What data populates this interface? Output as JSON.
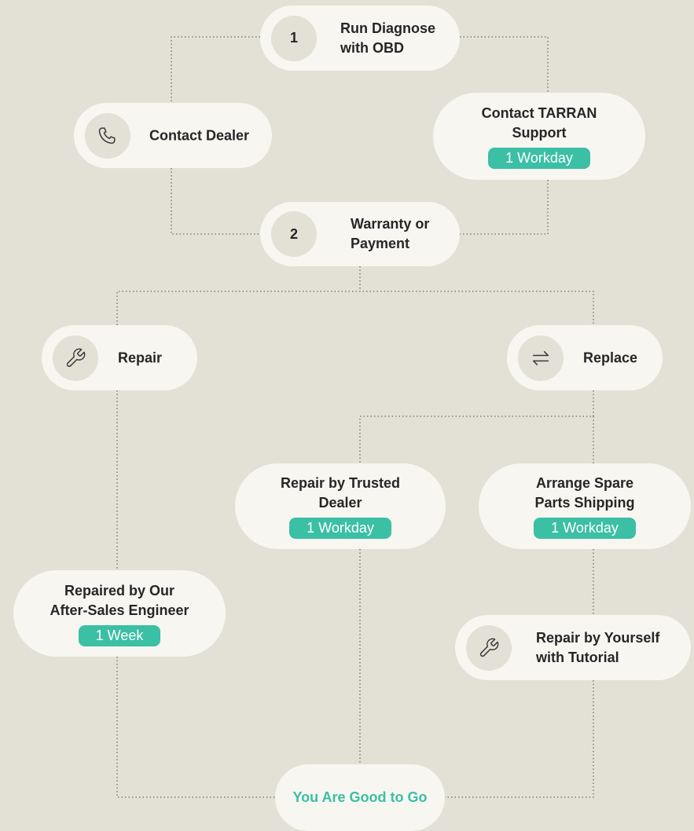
{
  "colors": {
    "background": "#e3e0d6",
    "node": "#f7f6f1",
    "accent": "#3bbfa5",
    "text": "#262626"
  },
  "steps": {
    "run_diagnose": {
      "number": "1",
      "label": "Run Diagnose\nwith OBD"
    },
    "contact_dealer": {
      "icon": "phone-icon",
      "label": "Contact Dealer"
    },
    "contact_support": {
      "label": "Contact TARRAN\nSupport",
      "badge": "1 Workday"
    },
    "warranty": {
      "number": "2",
      "label": "Warranty or\nPayment"
    },
    "repair": {
      "icon": "wrench-icon",
      "label": "Repair"
    },
    "replace": {
      "icon": "swap-arrows-icon",
      "label": "Replace"
    },
    "repair_dealer": {
      "label": "Repair by Trusted\nDealer",
      "badge": "1 Workday"
    },
    "arrange_parts": {
      "label": "Arrange Spare\nParts Shipping",
      "badge": "1 Workday"
    },
    "after_sales": {
      "label": "Repaired by Our\nAfter-Sales Engineer",
      "badge": "1 Week"
    },
    "repair_yourself": {
      "icon": "wrench-icon",
      "label": "Repair by Yourself\nwith Tutorial"
    },
    "final": {
      "label": "You Are Good to Go"
    }
  }
}
